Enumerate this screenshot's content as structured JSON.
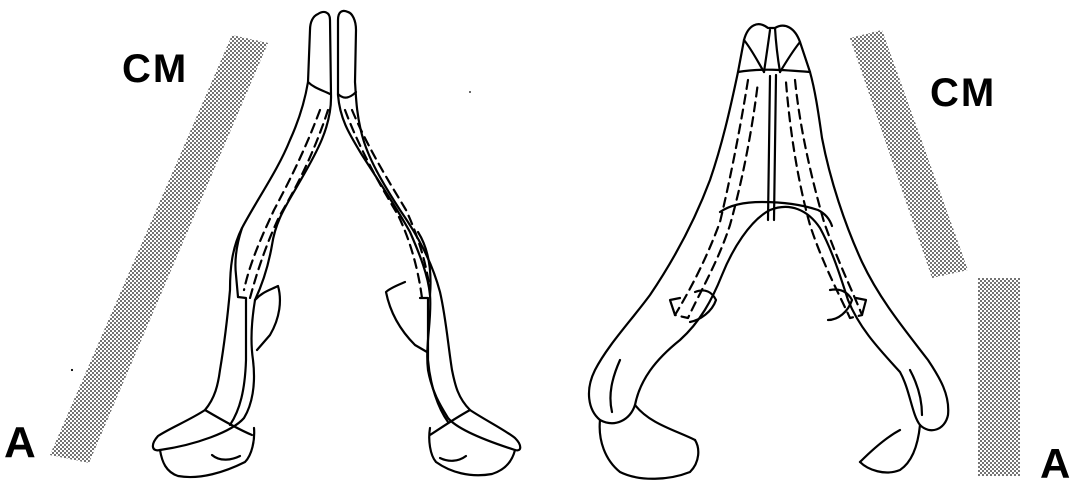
{
  "labels": {
    "left_cm": "CM",
    "left_a": "A",
    "right_cm": "CM",
    "right_a": "A"
  },
  "figures": [
    {
      "view": "jaw-left-divided-halves"
    },
    {
      "view": "jaw-right-fused"
    }
  ],
  "style": {
    "stroke": "#000000",
    "fill": "#ffffff",
    "stipple": "#000000"
  }
}
